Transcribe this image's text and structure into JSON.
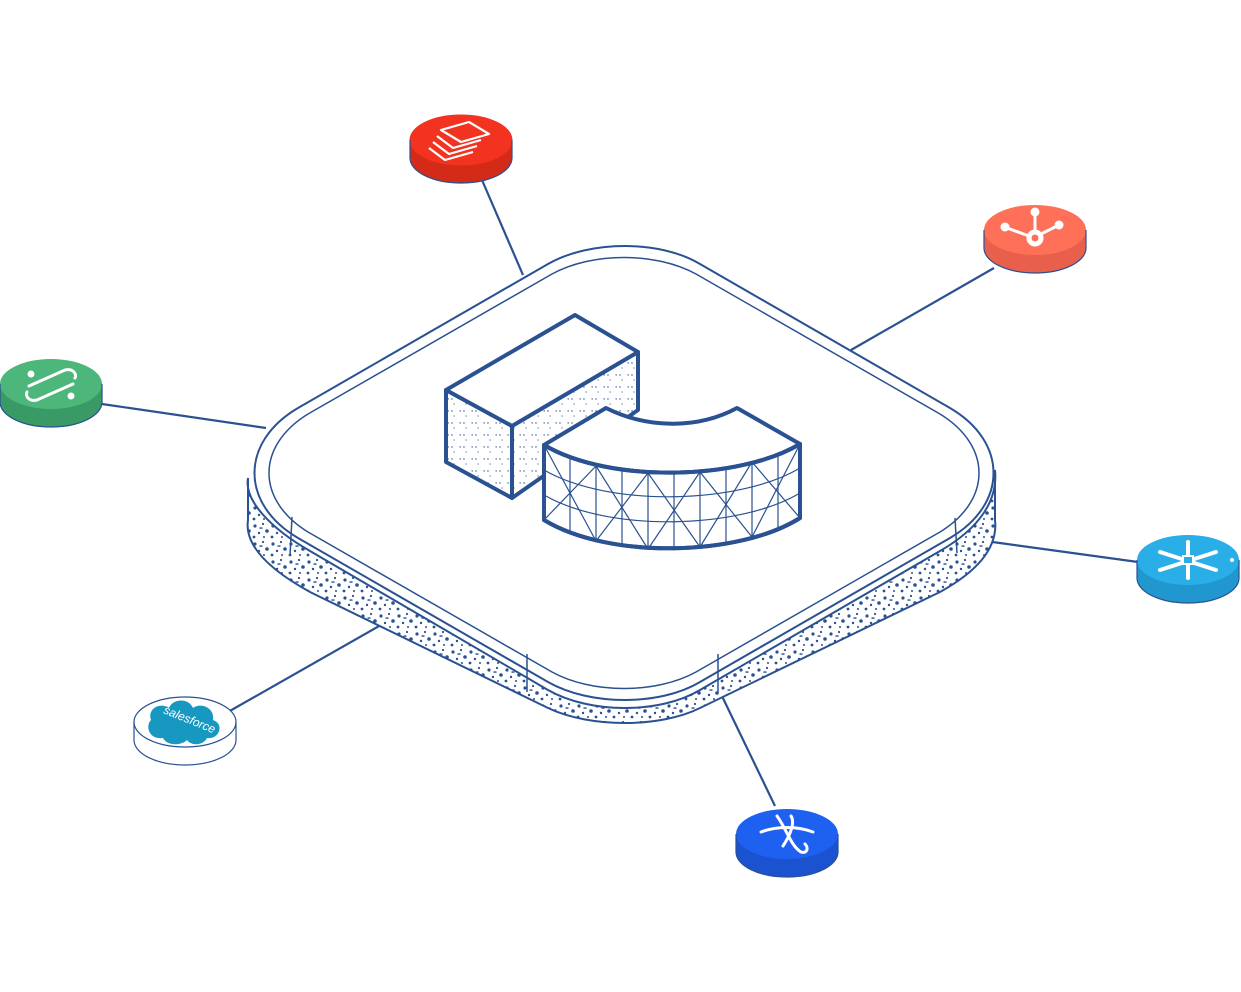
{
  "hub": {
    "logo_icon": "census-c-logo-icon",
    "outline_color": "#2a5191",
    "texture_color": "#2a5191"
  },
  "integrations": [
    {
      "id": "stack-layers",
      "icon": "stacked-layers-icon",
      "color": "#f2331f",
      "label": ""
    },
    {
      "id": "hubspot",
      "icon": "hubspot-sprocket-icon",
      "color": "#ff7059",
      "label": ""
    },
    {
      "id": "segment",
      "icon": "segment-arrows-icon",
      "color": "#4cb67b",
      "label": ""
    },
    {
      "id": "snowflake",
      "icon": "snowflake-icon",
      "color": "#2aaee8",
      "label": ""
    },
    {
      "id": "salesforce",
      "icon": "salesforce-cloud-icon",
      "color": "#1798c1",
      "label": "salesforce"
    },
    {
      "id": "amplitude",
      "icon": "amplitude-a-icon",
      "color": "#1e61f0",
      "label": ""
    }
  ]
}
